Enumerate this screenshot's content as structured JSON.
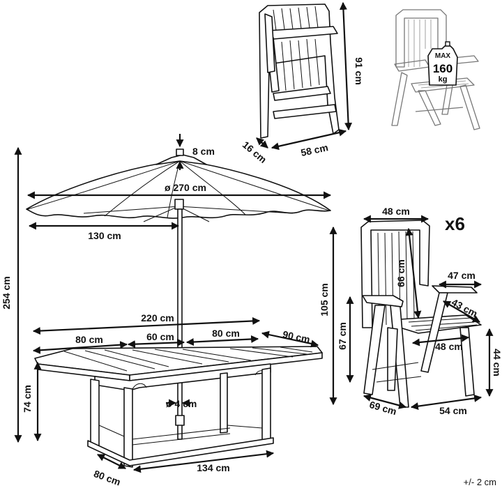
{
  "labels": {
    "umbrella_top": "8 cm",
    "umbrella_diameter": "ø 270 cm",
    "umbrella_radius": "130 cm",
    "height_total": "254 cm",
    "table_total": "220 cm",
    "leaf_left": "80 cm",
    "leaf_mid": "60 cm",
    "leaf_right": "80 cm",
    "extension": "90 cm",
    "table_height": "74 cm",
    "pole_diameter": "ø 4 cm",
    "table_depth": "80 cm",
    "table_length": "134 cm",
    "folded_height": "91 cm",
    "folded_depth": "16 cm",
    "folded_width": "58 cm",
    "multiplier": "x6",
    "chair_width": "48 cm",
    "chair_back_height": "105 cm",
    "backrest_height": "66 cm",
    "armrest_width": "47 cm",
    "seat_depth": "43 cm",
    "seat_width": "48 cm",
    "arm_height": "67 cm",
    "seat_height": "44 cm",
    "chair_depth": "69 cm",
    "chair_base": "54 cm",
    "tolerance": "+/- 2 cm"
  },
  "max_load": {
    "max": "MAX",
    "value": "160",
    "unit": "kg"
  }
}
